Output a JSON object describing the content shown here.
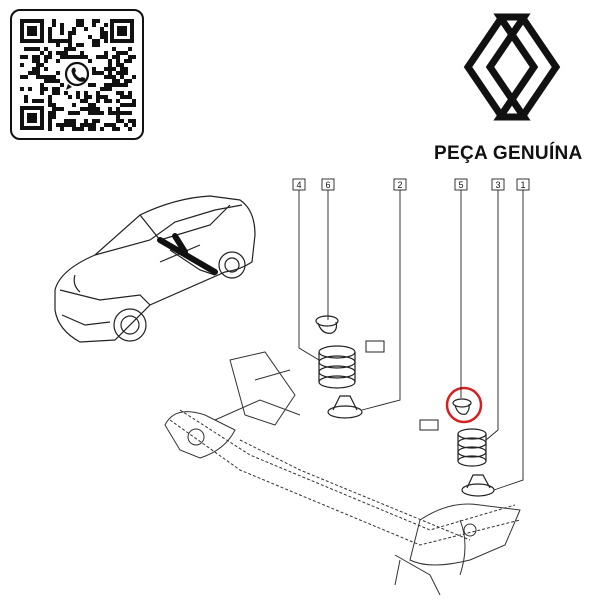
{
  "brand": {
    "name": "PEÇA GENUÍNA",
    "logo_icon": "renault-diamond-logo"
  },
  "qr": {
    "icon": "whatsapp-icon"
  },
  "callouts": [
    "4",
    "6",
    "2",
    "5",
    "3",
    "1"
  ],
  "highlight": {
    "target_callout": "5",
    "color": "#d42020"
  }
}
